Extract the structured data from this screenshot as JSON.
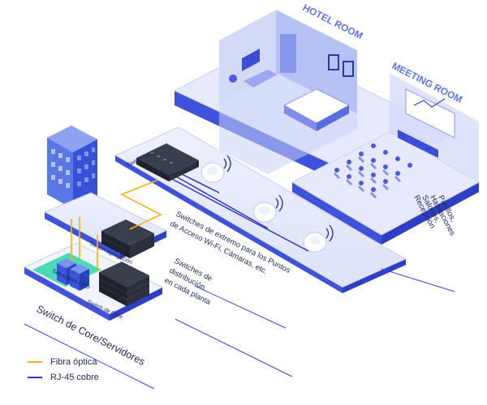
{
  "rooms": {
    "hotel_title": "HOTEL ROOM",
    "meeting_title": "MEETING ROOM"
  },
  "devices": {
    "poe_switch": "Switch PoE",
    "aggregation_switch": "Switch agregación",
    "core_switch": "Switch de Core",
    "cpd_servers": "Servidores CPD"
  },
  "annotations": {
    "edge_line1": "Switches de extremo para los Puntos",
    "edge_line2": "de Acceso Wi-Fi, Cámaras, etc.",
    "dist_line1": "Switches de",
    "dist_line2": "distribución",
    "dist_line3": "en cada planta",
    "areas_line1": "Pasillos,",
    "areas_line2": "Habitaciones",
    "areas_line3": "Salones,",
    "areas_line4": "Recepción",
    "core_caption": "Switch de Core/Servidores"
  },
  "legend": [
    {
      "label": "Fibra óptica",
      "color": "#f5b315"
    },
    {
      "label": "RJ-45 cobre",
      "color": "#2a35d6"
    }
  ],
  "colors": {
    "panel": "#e3e8fb",
    "panel_edge": "#4a5be0",
    "accent": "#3545d8",
    "fiber": "#f5b315",
    "copper": "#2a35d6",
    "device": "#2b2f3a"
  }
}
